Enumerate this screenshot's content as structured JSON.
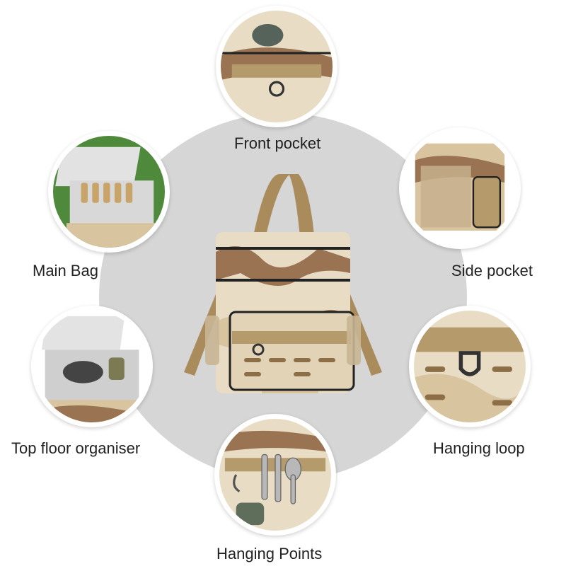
{
  "features": {
    "front_pocket": "Front pocket",
    "side_pocket": "Side pocket",
    "main_bag": "Main Bag",
    "top_floor_organiser": "Top floor organiser",
    "hanging_loop": "Hanging loop",
    "hanging_points": "Hanging Points"
  },
  "colors": {
    "camo_tan": "#d9c4a0",
    "camo_brown": "#9a7452",
    "camo_light": "#e8dcc4",
    "strap_tan": "#a98b5c",
    "background_circle": "#d6d6d6"
  },
  "icons": {
    "product": "camo-cooler-bag",
    "front": "front-pocket-closeup",
    "side": "side-mesh-pocket-closeup",
    "main": "open-cooler-bottles-closeup",
    "top": "cookware-organiser-closeup",
    "loop": "d-ring-loop-closeup",
    "points": "utensils-hanging-closeup"
  }
}
